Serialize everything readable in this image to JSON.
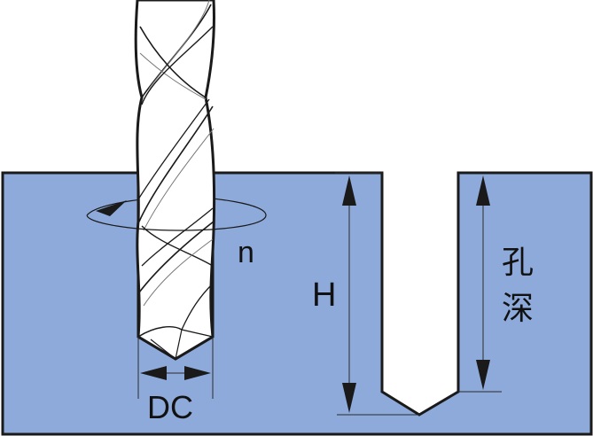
{
  "labels": {
    "rotation": "n",
    "depth_total": "H",
    "hole_depth_line1": "孔",
    "hole_depth_line2": "深",
    "diameter": "DC"
  },
  "colors": {
    "block_fill": "#8eaadb",
    "outline": "#1a1a1a",
    "drill_fill": "#ffffff",
    "dimension_line": "#2a2a2a"
  },
  "icons": {
    "rotation": "rotation-arrow-icon",
    "drill": "twist-drill-icon"
  }
}
